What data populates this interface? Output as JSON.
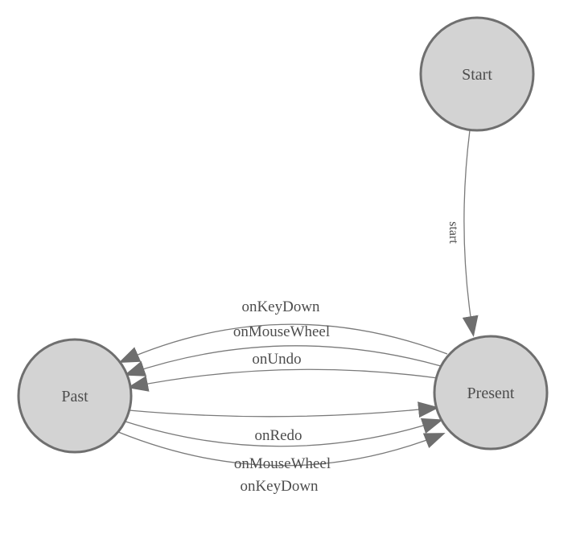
{
  "diagram": {
    "type": "state-machine",
    "background_color": "#ffffff",
    "colors": {
      "node_fill": "#d3d3d3",
      "node_stroke": "#6f6f6f",
      "edge_stroke": "#7a7a7a",
      "arrowhead_fill": "#6e6e6e",
      "label_text": "#4d4d4d"
    },
    "nodes": [
      {
        "id": "start",
        "label": "Start"
      },
      {
        "id": "past",
        "label": "Past"
      },
      {
        "id": "present",
        "label": "Present"
      }
    ],
    "edges": [
      {
        "from": "start",
        "to": "present",
        "label": "start"
      },
      {
        "from": "present",
        "to": "past",
        "label": "onKeyDown"
      },
      {
        "from": "present",
        "to": "past",
        "label": "onMouseWheel"
      },
      {
        "from": "present",
        "to": "past",
        "label": "onUndo"
      },
      {
        "from": "past",
        "to": "present",
        "label": "onRedo"
      },
      {
        "from": "past",
        "to": "present",
        "label": "onMouseWheel"
      },
      {
        "from": "past",
        "to": "present",
        "label": "onKeyDown"
      }
    ]
  }
}
